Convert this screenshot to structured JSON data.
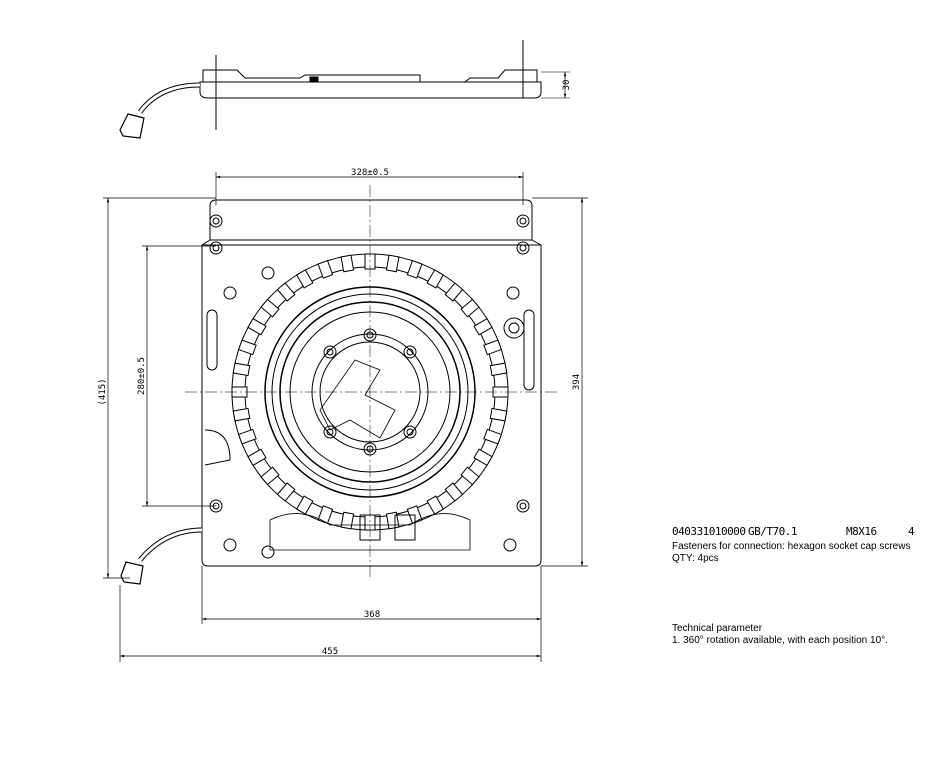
{
  "drawing": {
    "dimensions": {
      "height_side": "30",
      "hole_spacing_x": "328±0.5",
      "hole_spacing_y": "280±0.5",
      "overall_height_ref": "(415)",
      "plate_height": "394",
      "plate_width": "368",
      "overall_width": "455"
    }
  },
  "bom": {
    "code": "040331010000",
    "standard": "GB/T70.1",
    "spec": "M8X16",
    "qty": "4",
    "description": "Fasteners for connection: hexagon socket cap screws",
    "qty_line": "QTY: 4pcs"
  },
  "tech": {
    "title": "Technical parameter",
    "item1": "1. 360° rotation available, with each position 10°."
  }
}
